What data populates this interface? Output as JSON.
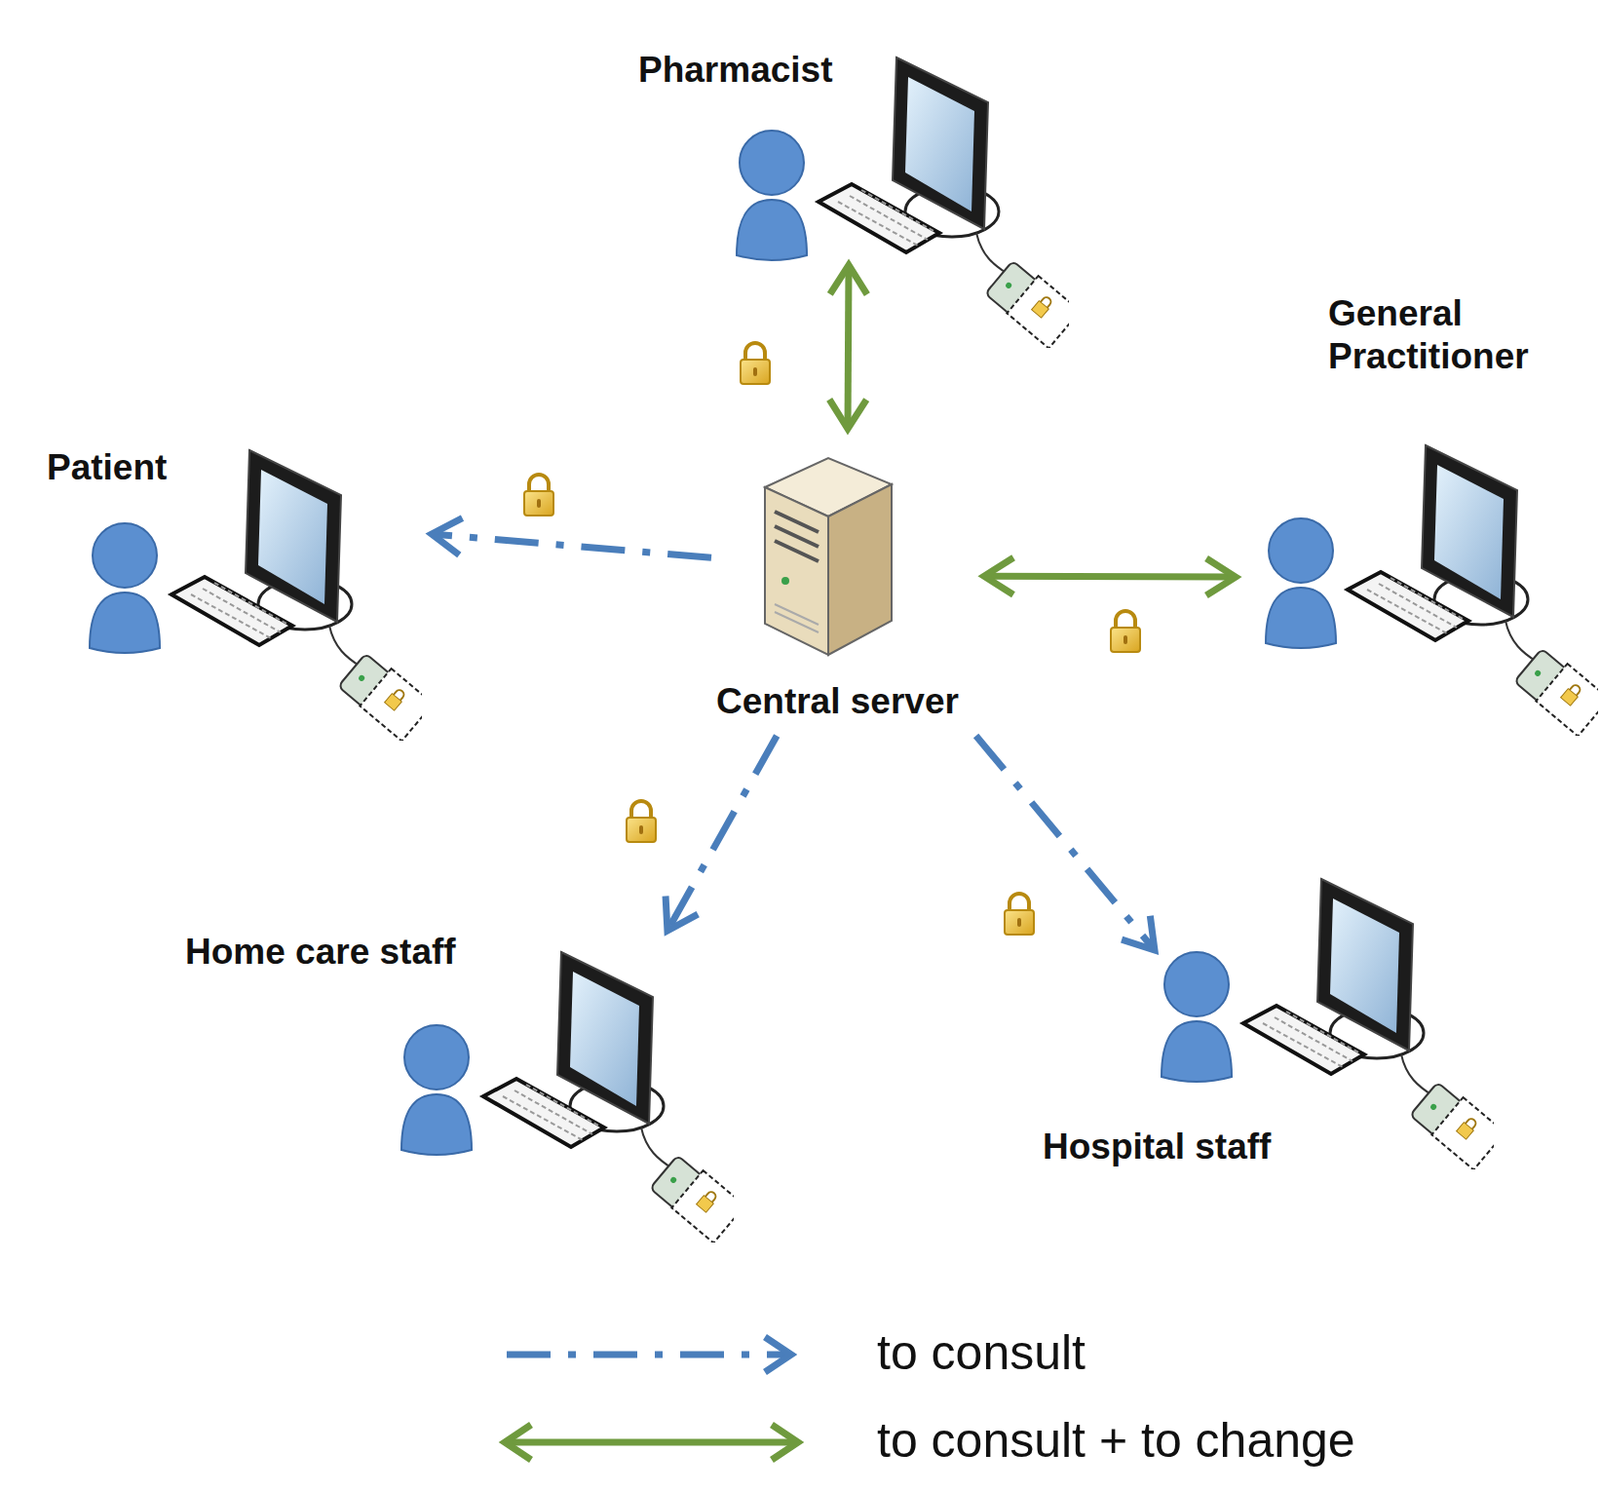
{
  "diagram": {
    "nodes": [
      {
        "text": [
          "Pharmacist"
        ]
      },
      {
        "text": [
          "General Practitioner"
        ]
      },
      {
        "text": [
          "Patient"
        ]
      },
      {
        "text": [
          "Central server"
        ]
      },
      {
        "text": [
          "Home care staff"
        ]
      },
      {
        "text": [
          "Hospital staff"
        ]
      }
    ],
    "edges": [
      {
        "from": 3,
        "to": 0,
        "arrow": "both"
      },
      {
        "from": 3,
        "to": 1,
        "arrow": "both"
      },
      {
        "from": 3,
        "to": 2,
        "arrow": "to"
      },
      {
        "from": 3,
        "to": 4,
        "arrow": "to"
      },
      {
        "from": 3,
        "to": 5,
        "arrow": "to"
      }
    ],
    "legend": [
      {
        "text": "to consult"
      },
      {
        "text": "to consult + to change"
      }
    ]
  }
}
